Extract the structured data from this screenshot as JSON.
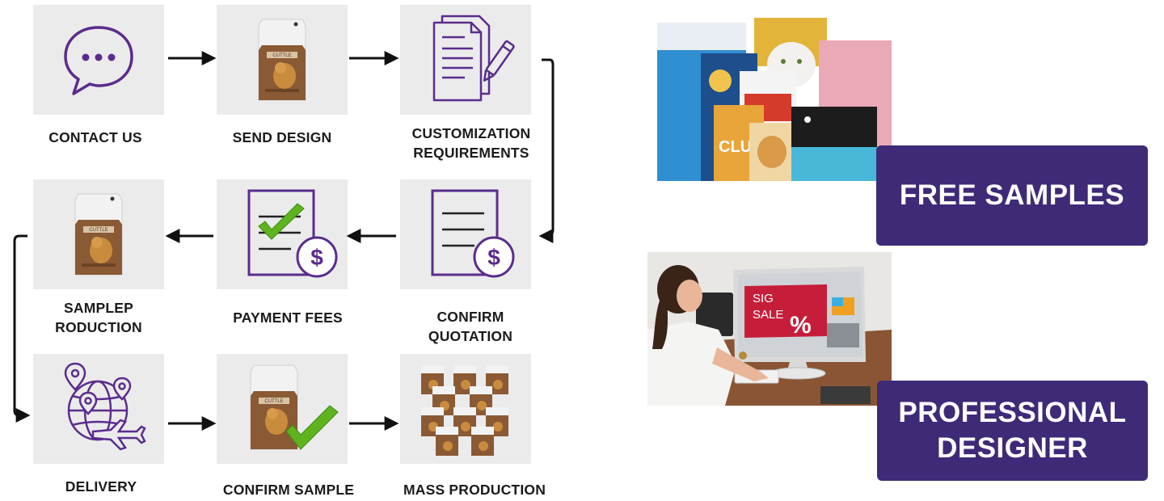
{
  "steps": [
    {
      "id": "contact",
      "label": "CONTACT US",
      "icon": "chat-bubble-icon"
    },
    {
      "id": "send_design",
      "label": "SEND DESIGN",
      "icon": "pet-food-bag-icon"
    },
    {
      "id": "custom_req",
      "label_line1": "CUSTOMIZATION",
      "label_line2": "REQUIREMENTS",
      "icon": "documents-pen-icon"
    },
    {
      "id": "sample_prod",
      "label_line1": "SAMPLEP",
      "label_line2": "RODUCTION",
      "icon": "pet-food-bag-icon"
    },
    {
      "id": "payment",
      "label": "PAYMENT FEES",
      "icon": "invoice-check-dollar-icon"
    },
    {
      "id": "quotation",
      "label_line1": "CONFIRM",
      "label_line2": "QUOTATION",
      "icon": "quotation-dollar-icon"
    },
    {
      "id": "delivery",
      "label": "DELIVERY",
      "icon": "globe-plane-location-icon"
    },
    {
      "id": "confirm_sample",
      "label": "CONFIRM SAMPLE",
      "icon": "bag-checkmark-icon"
    },
    {
      "id": "mass_prod",
      "label": "MASS PRODUCTION",
      "icon": "many-bags-icon"
    }
  ],
  "bag_texts": {
    "send": "CUTTLE",
    "sample": "CUTTLE",
    "confirm": "CUTTLE"
  },
  "banners": {
    "free_samples": "FREE SAMPLES",
    "designer_line1": "PROFESSIONAL",
    "designer_line2": "DESIGNER"
  },
  "photo_text": {
    "club": "CLUB",
    "sale_line1": "SIG",
    "sale_line2": "SALE",
    "percent": "%"
  },
  "colors": {
    "purple": "#5a2d8c",
    "banner": "#3f2a78",
    "check": "#5fb31f",
    "bag": "#8a5a35"
  }
}
